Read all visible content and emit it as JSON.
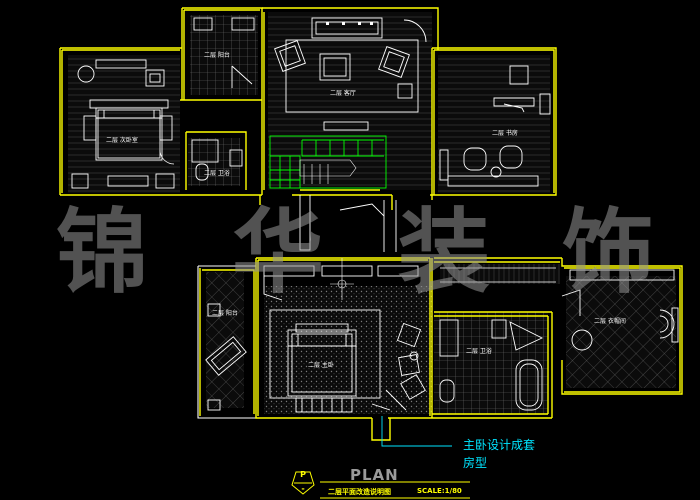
{
  "watermark": {
    "chars": [
      "锦",
      "华",
      "装",
      "饰"
    ]
  },
  "rooms": {
    "balcony_top": "二层 阳台",
    "living_room": "二层 客厅",
    "study_bedroom": "二层 次卧室",
    "bathroom_top": "二层 卫浴",
    "study": "二层 书房",
    "balcony_bottom": "二层 阳台",
    "master_bedroom": "二层 主卧",
    "master_bath": "二层 卫浴",
    "cloakroom": "二层 衣帽间"
  },
  "annotation": {
    "line1": "主卧设计成套",
    "line2": "房型"
  },
  "title_block": {
    "plan_word": "PLAN",
    "symbol_top": "P",
    "symbol_bottom": "-",
    "title": "二层平面改造说明图",
    "scale": "SCALE:1/80"
  },
  "colors": {
    "wall": "#ffff00",
    "furniture": "#ffffff",
    "stair": "#00ff00",
    "annotation": "#00e5ff",
    "hatch": "#555555",
    "watermark": "#969696"
  }
}
